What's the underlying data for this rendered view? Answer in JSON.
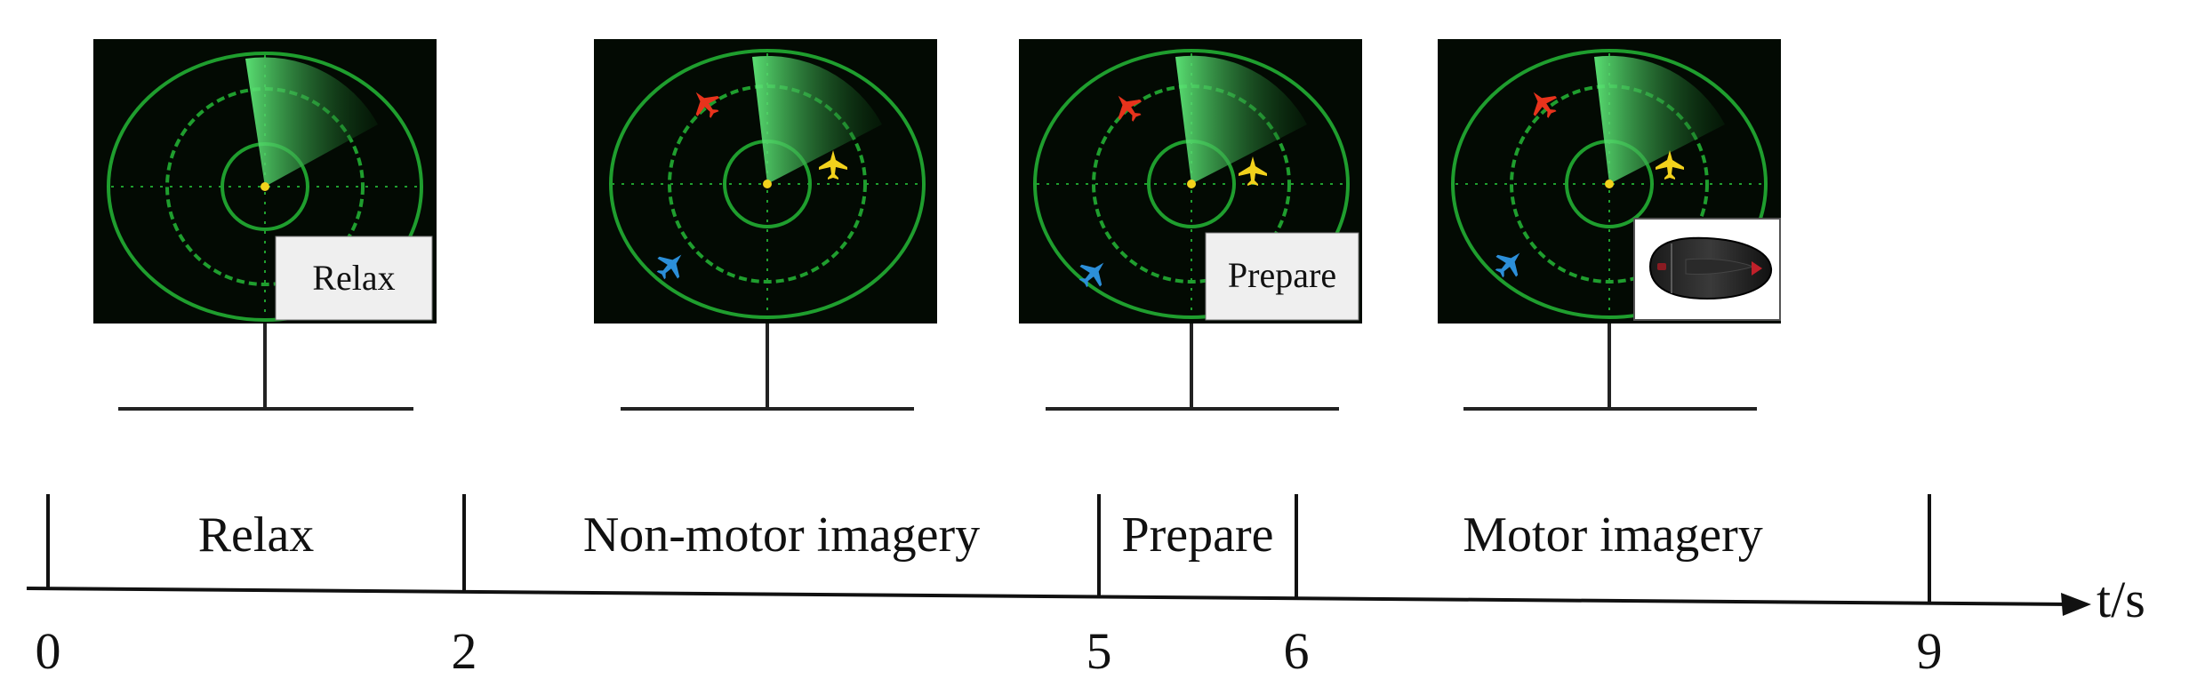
{
  "screens": [
    {
      "label": "Relax",
      "planes": [],
      "mouse": false
    },
    {
      "label": "",
      "planes": [
        "red-plane",
        "yellow-plane",
        "blue-plane"
      ],
      "mouse": false
    },
    {
      "label": "Prepare",
      "planes": [
        "red-plane",
        "yellow-plane",
        "blue-plane"
      ],
      "mouse": false
    },
    {
      "label": "",
      "planes": [
        "red-plane",
        "yellow-plane",
        "blue-plane"
      ],
      "mouse": true
    }
  ],
  "timeline": {
    "axis_label": "t/s",
    "ticks": [
      {
        "value": 0,
        "label": "0"
      },
      {
        "value": 2,
        "label": "2"
      },
      {
        "value": 5,
        "label": "5"
      },
      {
        "value": 6,
        "label": "6"
      },
      {
        "value": 9,
        "label": "9"
      }
    ],
    "phases": [
      {
        "label": "Relax",
        "start": 0,
        "end": 2
      },
      {
        "label": "Non-motor imagery",
        "start": 2,
        "end": 5
      },
      {
        "label": "Prepare",
        "start": 5,
        "end": 6
      },
      {
        "label": "Motor imagery",
        "start": 6,
        "end": 9
      }
    ]
  },
  "colors": {
    "radar_bg": "#030a03",
    "radar_ring": "#1f9e2e",
    "sweep": "#3ddc5c",
    "red_plane": "#e8331c",
    "yellow_plane": "#f2d21c",
    "blue_plane": "#2c8fd9"
  }
}
